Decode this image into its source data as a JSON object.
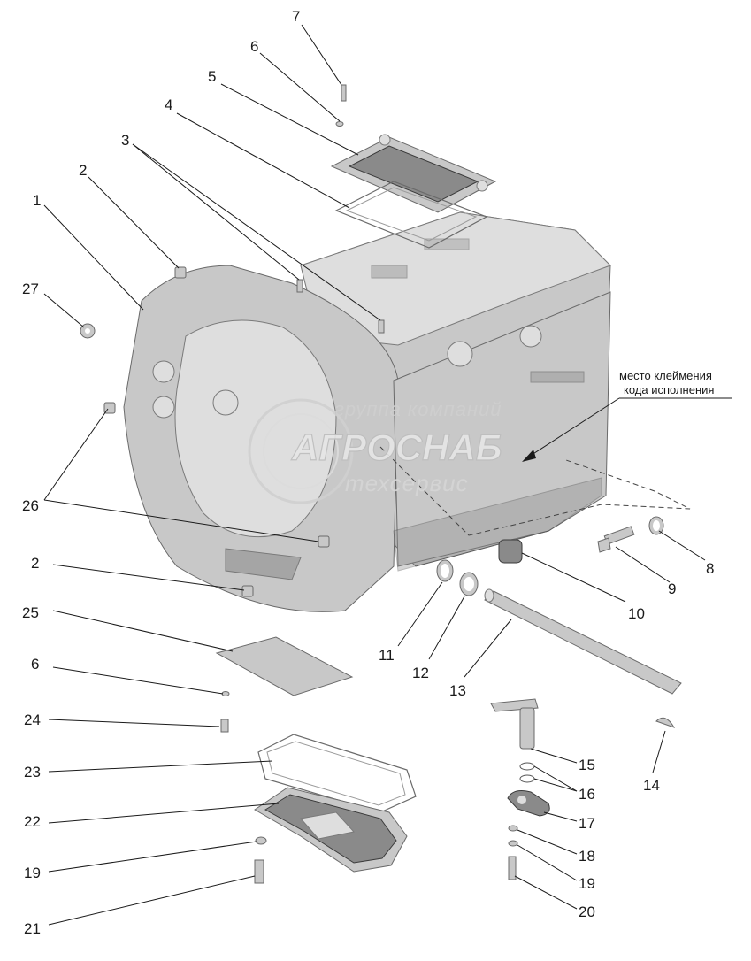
{
  "callouts": [
    {
      "id": "c7",
      "text": "7"
    },
    {
      "id": "c6a",
      "text": "6"
    },
    {
      "id": "c5",
      "text": "5"
    },
    {
      "id": "c4",
      "text": "4"
    },
    {
      "id": "c3",
      "text": "3"
    },
    {
      "id": "c2a",
      "text": "2"
    },
    {
      "id": "c1",
      "text": "1"
    },
    {
      "id": "c27",
      "text": "27"
    },
    {
      "id": "c26",
      "text": "26"
    },
    {
      "id": "c2b",
      "text": "2"
    },
    {
      "id": "c25",
      "text": "25"
    },
    {
      "id": "c6b",
      "text": "6"
    },
    {
      "id": "c24",
      "text": "24"
    },
    {
      "id": "c23",
      "text": "23"
    },
    {
      "id": "c22",
      "text": "22"
    },
    {
      "id": "c19a",
      "text": "19"
    },
    {
      "id": "c21",
      "text": "21"
    },
    {
      "id": "c8",
      "text": "8"
    },
    {
      "id": "c9",
      "text": "9"
    },
    {
      "id": "c10",
      "text": "10"
    },
    {
      "id": "c11",
      "text": "11"
    },
    {
      "id": "c12",
      "text": "12"
    },
    {
      "id": "c13",
      "text": "13"
    },
    {
      "id": "c14",
      "text": "14"
    },
    {
      "id": "c15",
      "text": "15"
    },
    {
      "id": "c16",
      "text": "16"
    },
    {
      "id": "c17",
      "text": "17"
    },
    {
      "id": "c18",
      "text": "18"
    },
    {
      "id": "c19b",
      "text": "19"
    },
    {
      "id": "c20",
      "text": "20"
    }
  ],
  "note": {
    "line1": "место клеймения",
    "line2": "кода исполнения"
  },
  "watermark": {
    "line1": "группа компаний",
    "line2": "АГРОСНАБ",
    "line3": "техсервис"
  },
  "colors": {
    "background": "#ffffff",
    "housing": "#c8c8c8",
    "shadow": "#8a8a8a",
    "ink": "#1a1a1a"
  }
}
